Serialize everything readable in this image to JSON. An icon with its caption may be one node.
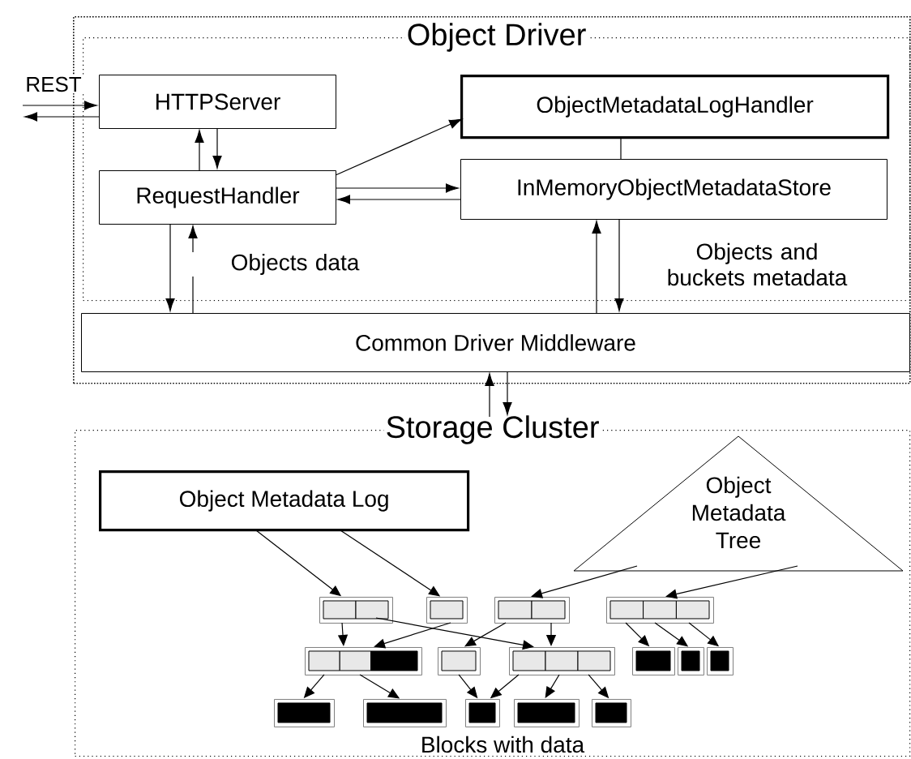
{
  "diagram": {
    "nodes": [
      {
        "text": [],
        "shape": "box"
      },
      {
        "text": [
          "Object Driver"
        ],
        "in": 0
      },
      {
        "text": [
          "HTTPServer"
        ],
        "in": 1
      },
      {
        "text": [
          "ObjectMetadataLogHandler"
        ],
        "in": 1
      },
      {
        "text": [
          "RequestHandler"
        ],
        "in": 1
      },
      {
        "text": [
          "InMemoryObjectMetadataStore"
        ],
        "in": 1
      },
      {
        "text": [
          "Common Driver Middleware"
        ],
        "in": 0
      },
      {
        "text": [
          "Storage Cluster"
        ]
      },
      {
        "text": [
          "Object Metadata Log"
        ],
        "in": 7
      },
      {
        "text": [
          "Object Metadata Tree"
        ],
        "in": 7
      },
      {
        "text": [],
        "shape": "box",
        "in": 7
      },
      {
        "text": [],
        "shape": "box",
        "in": 7
      },
      {
        "text": [],
        "shape": "box",
        "in": 7
      },
      {
        "text": [],
        "shape": "box",
        "in": 7
      },
      {
        "text": [],
        "shape": "box",
        "in": 7
      },
      {
        "text": [],
        "shape": "box",
        "in": 7
      },
      {
        "text": [],
        "shape": "box",
        "in": 7
      },
      {
        "text": [],
        "shape": "box",
        "in": 7
      },
      {
        "text": [],
        "shape": "box",
        "in": 7
      },
      {
        "text": [],
        "shape": "box",
        "in": 7
      },
      {
        "text": [],
        "shape": "box",
        "in": 7
      },
      {
        "text": [],
        "shape": "box",
        "in": 7
      },
      {
        "text": [],
        "shape": "box",
        "in": 7
      },
      {
        "text": [],
        "shape": "box",
        "in": 7
      },
      {
        "text": [],
        "shape": "box",
        "in": 7
      }
    ],
    "edges": [
      {
        "from": null,
        "to": 2,
        "arrow": "to",
        "label": "REST"
      },
      {
        "from": 2,
        "to": null,
        "arrow": "to"
      },
      {
        "from": 4,
        "to": 2,
        "arrow": "to"
      },
      {
        "from": 2,
        "to": 4,
        "arrow": "to"
      },
      {
        "from": 4,
        "to": 3,
        "arrow": "to"
      },
      {
        "from": 4,
        "to": 5,
        "arrow": "to"
      },
      {
        "from": 5,
        "to": 4,
        "arrow": "to"
      },
      {
        "from": 3,
        "to": 5,
        "arrow": "none"
      },
      {
        "from": 4,
        "to": 6,
        "arrow": "to"
      },
      {
        "from": 6,
        "to": 4,
        "arrow": "to",
        "label": "Objects data"
      },
      {
        "from": 6,
        "to": 5,
        "arrow": "to"
      },
      {
        "from": 5,
        "to": 6,
        "arrow": "to",
        "label": "Objects and buckets metadata"
      },
      {
        "from": 7,
        "to": 6,
        "arrow": "to"
      },
      {
        "from": 6,
        "to": 7,
        "arrow": "to"
      },
      {
        "from": 8,
        "to": 10,
        "arrow": "to"
      },
      {
        "from": 8,
        "to": 11,
        "arrow": "to"
      },
      {
        "from": 9,
        "to": 12,
        "arrow": "to"
      },
      {
        "from": 9,
        "to": 13,
        "arrow": "to"
      },
      {
        "from": 10,
        "to": 14,
        "arrow": "to"
      },
      {
        "from": 11,
        "to": 14,
        "arrow": "to"
      },
      {
        "from": 10,
        "to": 16,
        "arrow": "to"
      },
      {
        "from": 12,
        "to": 15,
        "arrow": "to"
      },
      {
        "from": 12,
        "to": 16,
        "arrow": "to"
      },
      {
        "from": 13,
        "to": 17,
        "arrow": "to"
      },
      {
        "from": 13,
        "to": 18,
        "arrow": "to"
      },
      {
        "from": 13,
        "to": 19,
        "arrow": "to"
      },
      {
        "from": 14,
        "to": 20,
        "arrow": "to"
      },
      {
        "from": 14,
        "to": 21,
        "arrow": "to"
      },
      {
        "from": 15,
        "to": 22,
        "arrow": "to"
      },
      {
        "from": 16,
        "to": 22,
        "arrow": "to"
      },
      {
        "from": 16,
        "to": 23,
        "arrow": "to"
      },
      {
        "from": 16,
        "to": 24,
        "arrow": "to"
      }
    ],
    "labels": [
      "Blocks with data"
    ]
  }
}
